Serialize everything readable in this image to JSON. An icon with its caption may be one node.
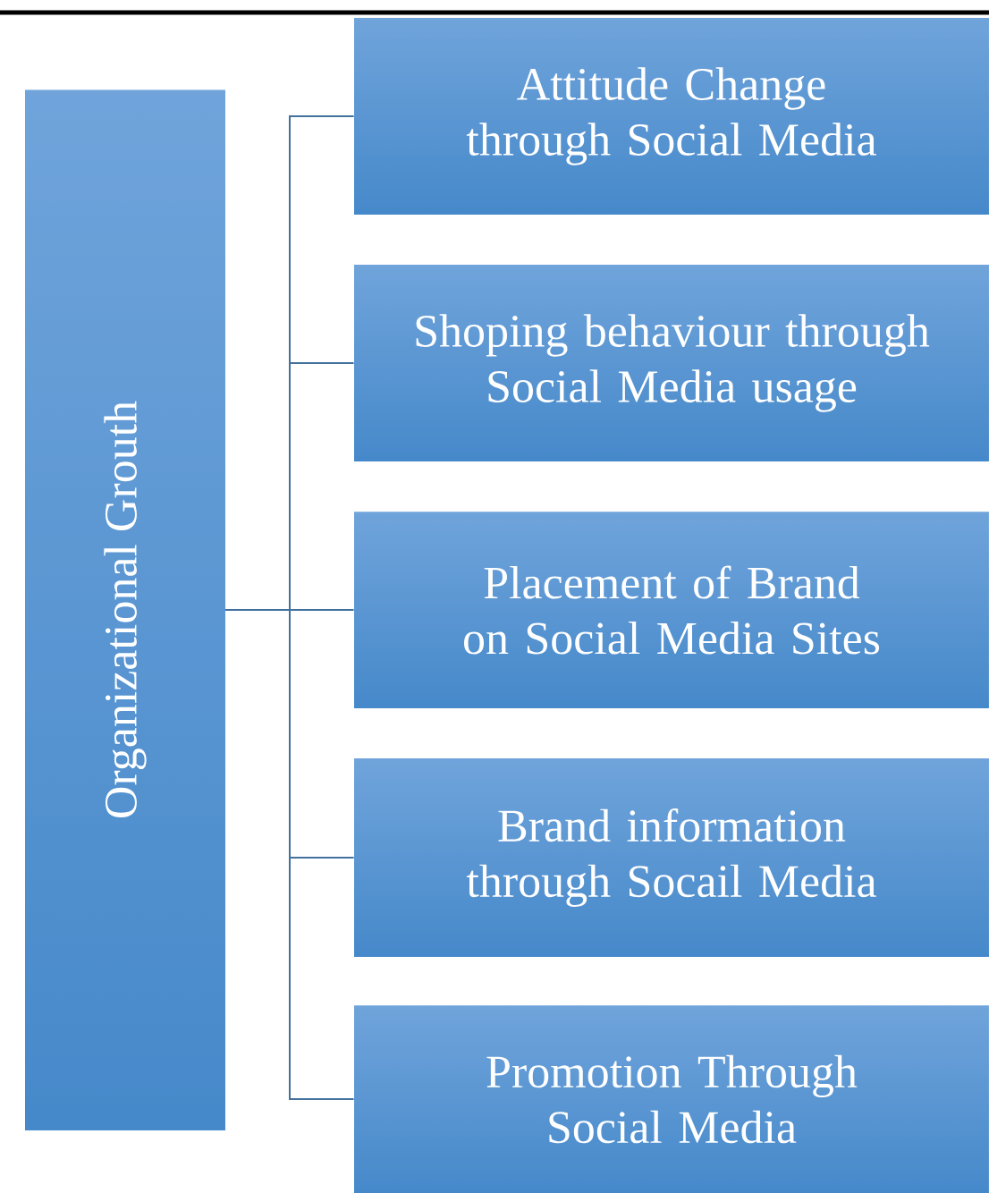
{
  "diagram": {
    "nodes": [
      {
        "text": [
          "Organizational Grouth"
        ]
      },
      {
        "text": [
          "Attitude Change through Social Media"
        ]
      },
      {
        "text": [
          "Shoping behaviour through Social Media usage"
        ]
      },
      {
        "text": [
          "Placement of Brand on Social Media Sites"
        ]
      },
      {
        "text": [
          "Brand information through Socail Media"
        ]
      },
      {
        "text": [
          "Promotion Through Social Media"
        ]
      }
    ],
    "edges": [
      {
        "from": 0,
        "to": 1,
        "arrow": "none"
      },
      {
        "from": 0,
        "to": 2,
        "arrow": "none"
      },
      {
        "from": 0,
        "to": 3,
        "arrow": "none"
      },
      {
        "from": 0,
        "to": 4,
        "arrow": "none"
      },
      {
        "from": 0,
        "to": 5,
        "arrow": "none"
      }
    ]
  }
}
